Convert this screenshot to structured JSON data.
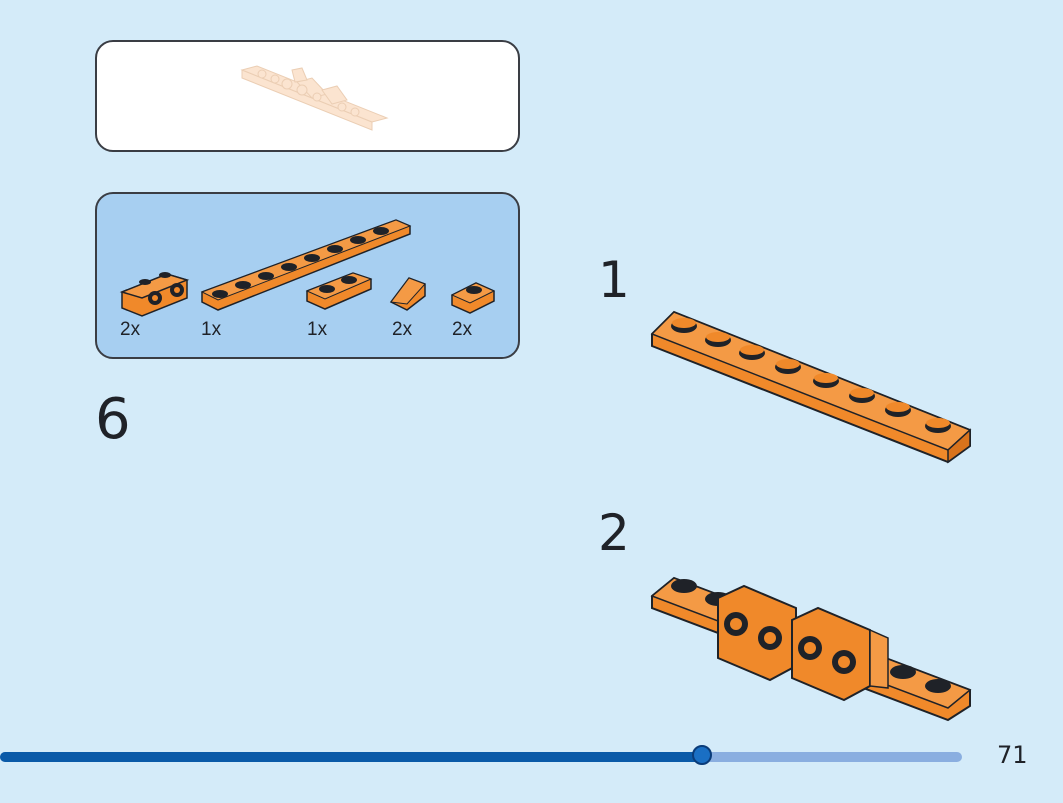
{
  "page": {
    "number": "71",
    "progress": 0.73
  },
  "submodel": {
    "label": "assembled submodel preview"
  },
  "parts_list": {
    "items": [
      {
        "part": "bracket-1x2",
        "qty": "2x"
      },
      {
        "part": "plate-1x8",
        "qty": "1x"
      },
      {
        "part": "plate-1x2",
        "qty": "1x"
      },
      {
        "part": "slope-1x1",
        "qty": "2x"
      },
      {
        "part": "plate-1x1",
        "qty": "2x"
      }
    ]
  },
  "steps": {
    "main": "6",
    "sub": [
      "1",
      "2"
    ]
  },
  "colors": {
    "background": "#d4ebf9",
    "parts_panel": "#a7cff1",
    "brick_orange": "#f0892a",
    "progress_done": "#0a5aa8",
    "progress_remaining": "#8aaee0"
  }
}
